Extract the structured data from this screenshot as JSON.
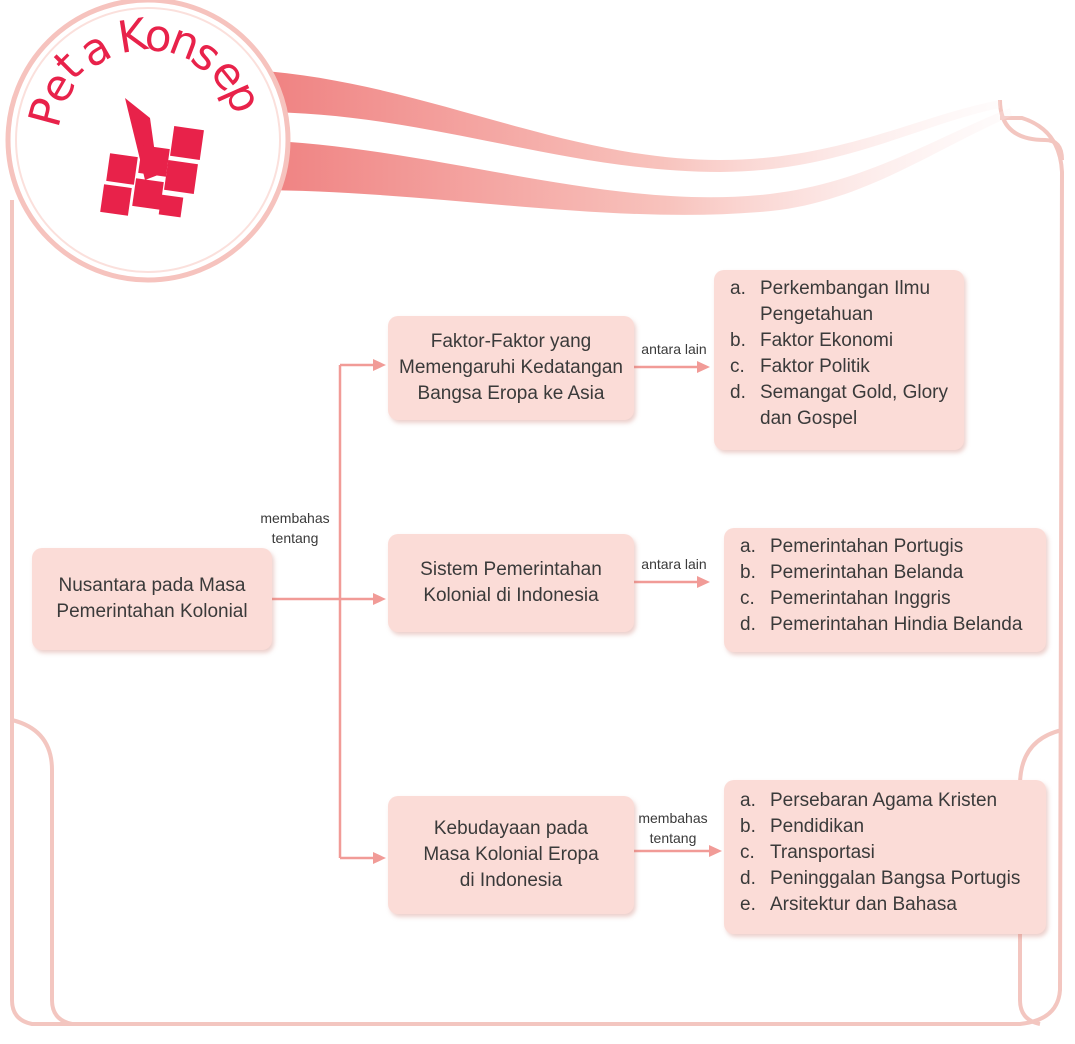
{
  "badge": {
    "title_letters": [
      "P",
      "e",
      "t",
      "a",
      "K",
      "o",
      "n",
      "s",
      "e",
      "p"
    ]
  },
  "colors": {
    "accent": "#e8224a",
    "box_fill": "#fbdcd7",
    "arrow": "#f19b97",
    "frame": "#f3c6c0"
  },
  "root": {
    "lines": [
      "Nusantara pada Masa",
      "Pemerintahan Kolonial"
    ]
  },
  "root_connector_label": [
    "membahas",
    "tentang"
  ],
  "branches": [
    {
      "topic_lines": [
        "Faktor-Faktor yang",
        "Memengaruhi Kedatangan",
        "Bangsa Eropa ke Asia"
      ],
      "connector_label": [
        "antara lain"
      ],
      "items": [
        {
          "marker": "a.",
          "text": "Perkembangan Ilmu Pengetahuan"
        },
        {
          "marker": "b.",
          "text": "Faktor Ekonomi"
        },
        {
          "marker": "c.",
          "text": "Faktor Politik"
        },
        {
          "marker": "d.",
          "text": "Semangat Gold, Glory dan Gospel"
        }
      ]
    },
    {
      "topic_lines": [
        "Sistem Pemerintahan",
        "Kolonial di Indonesia"
      ],
      "connector_label": [
        "antara lain"
      ],
      "items": [
        {
          "marker": "a.",
          "text": "Pemerintahan Portugis"
        },
        {
          "marker": "b.",
          "text": "Pemerintahan Belanda"
        },
        {
          "marker": "c.",
          "text": "Pemerintahan Inggris"
        },
        {
          "marker": "d.",
          "text": "Pemerintahan Hindia Belanda"
        }
      ]
    },
    {
      "topic_lines": [
        "Kebudayaan pada",
        "Masa Kolonial Eropa",
        "di Indonesia"
      ],
      "connector_label": [
        "membahas",
        "tentang"
      ],
      "items": [
        {
          "marker": "a.",
          "text": "Persebaran Agama Kristen"
        },
        {
          "marker": "b.",
          "text": "Pendidikan"
        },
        {
          "marker": "c.",
          "text": "Transportasi"
        },
        {
          "marker": "d.",
          "text": "Peninggalan Bangsa Portugis"
        },
        {
          "marker": "e.",
          "text": "Arsitektur dan Bahasa"
        }
      ]
    }
  ]
}
